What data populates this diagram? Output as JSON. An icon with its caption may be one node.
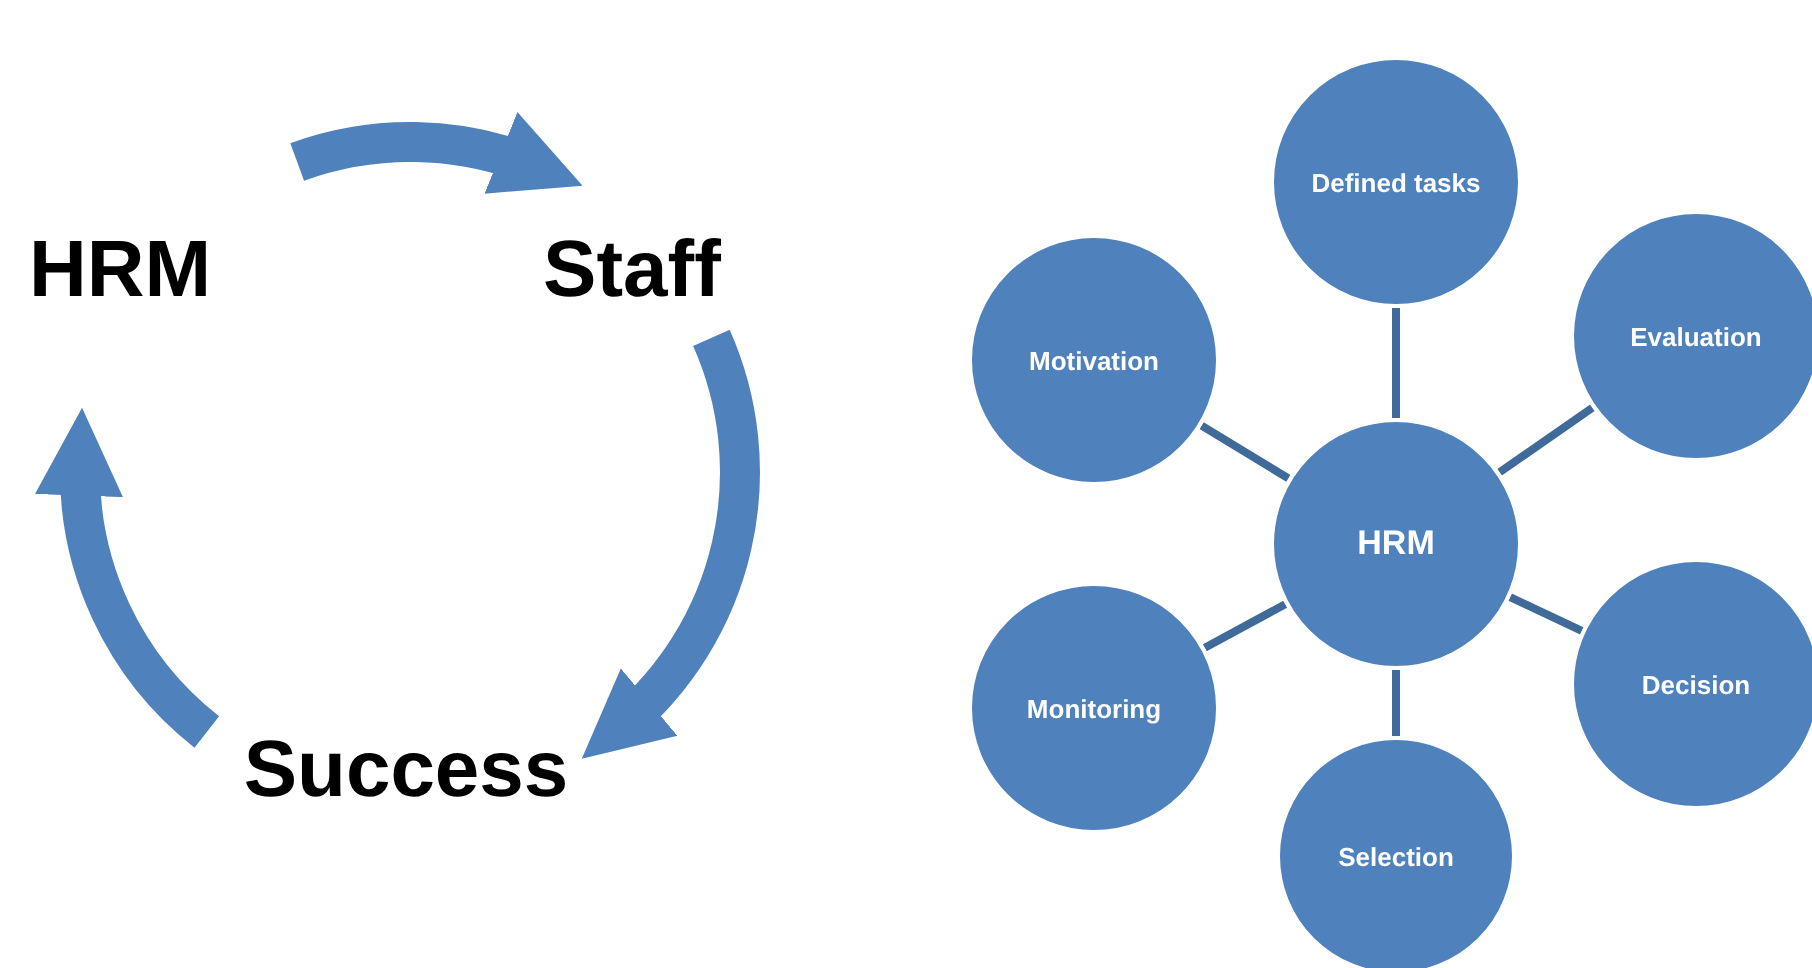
{
  "diagram": {
    "nodes": [
      {
        "text": [
          "HRM"
        ]
      },
      {
        "text": [
          "Staff"
        ]
      },
      {
        "text": [
          "Success"
        ]
      },
      {
        "text": [
          "Defined tasks"
        ]
      },
      {
        "text": [
          "Motivation"
        ]
      },
      {
        "text": [
          "Evaluation"
        ]
      },
      {
        "text": [
          "HRM"
        ]
      },
      {
        "text": [
          "Monitoring"
        ]
      },
      {
        "text": [
          "Decision"
        ]
      },
      {
        "text": [
          "Selection"
        ]
      }
    ],
    "edges": [
      {
        "from": 0,
        "to": 1,
        "arrow": "to",
        "style": "thick",
        "color": "#4f81bd"
      },
      {
        "from": 1,
        "to": 2,
        "arrow": "to",
        "style": "thick",
        "color": "#4f81bd"
      },
      {
        "from": 2,
        "to": 0,
        "arrow": "to",
        "style": "thick",
        "color": "#4f81bd"
      },
      {
        "from": 6,
        "to": 3,
        "arrow": "none"
      },
      {
        "from": 6,
        "to": 5,
        "arrow": "none"
      },
      {
        "from": 6,
        "to": 8,
        "arrow": "none"
      },
      {
        "from": 6,
        "to": 9,
        "arrow": "none"
      },
      {
        "from": 6,
        "to": 7,
        "arrow": "none"
      },
      {
        "from": 6,
        "to": 4,
        "arrow": "none"
      }
    ]
  }
}
